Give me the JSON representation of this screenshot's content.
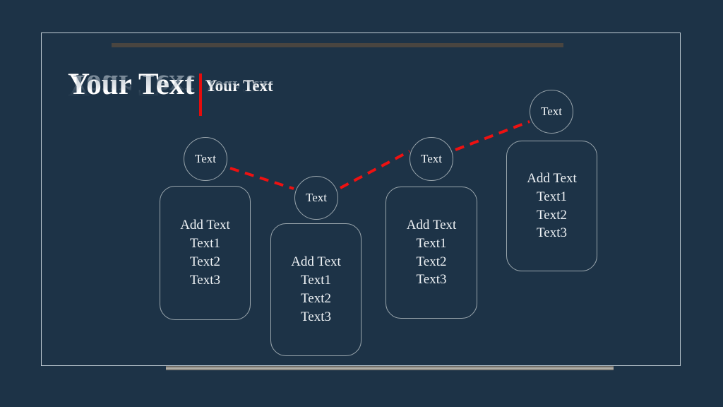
{
  "slide": {
    "background_color": "#1d3347",
    "frame_border_color": "#c3ced6",
    "accent_red": "#e60c0c",
    "bar_top_color": "#494540",
    "bar_bottom_color": "#a6a49c"
  },
  "title": {
    "main": "Your Text",
    "main_reflection": "Your Text",
    "sub": "Your Text",
    "sub_reflection": "Your Text"
  },
  "nodes": [
    {
      "circle_label": "Text",
      "heading": "Add Text",
      "lines": [
        "Text1",
        "Text2",
        "Text3"
      ]
    },
    {
      "circle_label": "Text",
      "heading": "Add Text",
      "lines": [
        "Text1",
        "Text2",
        "Text3"
      ]
    },
    {
      "circle_label": "Text",
      "heading": "Add Text",
      "lines": [
        "Text1",
        "Text2",
        "Text3"
      ]
    },
    {
      "circle_label": "Text",
      "heading": "Add Text",
      "lines": [
        "Text1",
        "Text2",
        "Text3"
      ]
    }
  ]
}
